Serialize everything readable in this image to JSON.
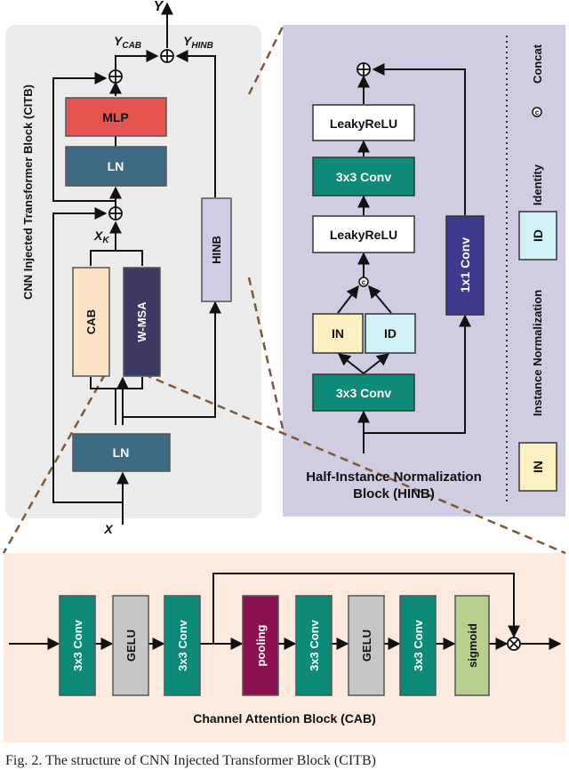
{
  "citb": {
    "title": "CNN Injected Transformer Block (CITB)",
    "output": "Y",
    "input": "X",
    "y_cab": {
      "main": "Y",
      "sub": "CAB"
    },
    "y_hinb": {
      "main": "Y",
      "sub": "HINB"
    },
    "x_k": {
      "main": "X",
      "sub": "K"
    },
    "blocks": {
      "mlp": "MLP",
      "ln_top": "LN",
      "cab": "CAB",
      "wmsa": "W-MSA",
      "hinb": "HINB",
      "ln_bottom": "LN"
    }
  },
  "hinb": {
    "caption_line1": "Half-Instance Normalization",
    "caption_line2": "Block (HINB)",
    "blocks": {
      "leaky_top": "LeakyReLU",
      "conv_mid": "3x3 Conv",
      "leaky_mid": "LeakyReLU",
      "in": "IN",
      "id": "ID",
      "conv_bottom": "3x3 Conv",
      "conv_1x1": "1x1 Conv"
    },
    "concat_symbol": "c"
  },
  "legend": [
    {
      "label": "Concat",
      "symbol": "c"
    },
    {
      "label": "Identity",
      "symbol": "ID"
    },
    {
      "label": "Instance Normalization",
      "symbol": "IN"
    }
  ],
  "cab": {
    "title": "Channel Attention Block (CAB)",
    "blocks": [
      "3x3 Conv",
      "GELU",
      "3x3 Conv",
      "pooling",
      "3x3 Conv",
      "GELU",
      "3x3 Conv",
      "sigmoid"
    ]
  },
  "caption": "Fig. 2.  The structure of CNN Injected Transformer Block (CITB)",
  "colors": {
    "mlp": "#e8534f",
    "ln": "#3d6b83",
    "cab": "#fde3c6",
    "wmsa": "#3b3a63",
    "hinb": "#cfcce6",
    "conv": "#0e8a78",
    "in": "#fdf1c4",
    "id": "#d2f2f6",
    "conv1x1": "#3d3a8c",
    "gelu": "#c6c6c6",
    "pooling": "#8b1050",
    "sigmoid": "#b8d08d",
    "panel_gray": "#ececec",
    "panel_purple": "#d0cce2",
    "panel_orange": "#fbeadd"
  }
}
